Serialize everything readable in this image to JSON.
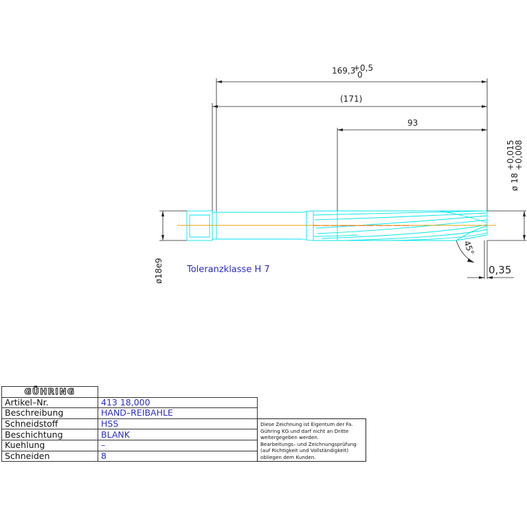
{
  "dimensions": {
    "overall_length_main": "169,3",
    "overall_length_tol_upper": "+0,5",
    "overall_length_tol_lower": "0",
    "total_length": "(171)",
    "flute_length": "93",
    "diameter_main": "ø 18",
    "diameter_tol_upper": "+0,015",
    "diameter_tol_lower": "+0,008",
    "shank_diameter": "ø18e9",
    "chamfer_angle": "45°",
    "chamfer_length": "0,35"
  },
  "tolerance_class": "Toleranzklasse  H 7",
  "colors": {
    "outline": "#00e5ee",
    "centerline": "#e8a000",
    "centerline_alt": "#ff2a2a",
    "dimension_line": "#222222",
    "value_text": "#2b2bcc"
  },
  "title_block": {
    "logo": "GÜHRING",
    "rows": [
      {
        "label": "Artikel–Nr.",
        "value": "413 18,000"
      },
      {
        "label": "Beschreibung",
        "value": "HAND–REIBAHLE"
      },
      {
        "label": "Schneidstoff",
        "value": "HSS"
      },
      {
        "label": "Beschichtung",
        "value": "BLANK"
      },
      {
        "label": "Kuehlung",
        "value": "–"
      },
      {
        "label": "Schneiden",
        "value": "8"
      }
    ]
  },
  "notice_lines": [
    "Diese Zeichnung ist Eigentum der Fa.",
    "Gühring KG und darf nicht an Dritte",
    "weitergegeben werden.",
    "Bearbeitungs– und Zeichnungsprüfung",
    "(auf Richtigkeit und Vollständigkeit)",
    "obliegen dem Kunden."
  ]
}
